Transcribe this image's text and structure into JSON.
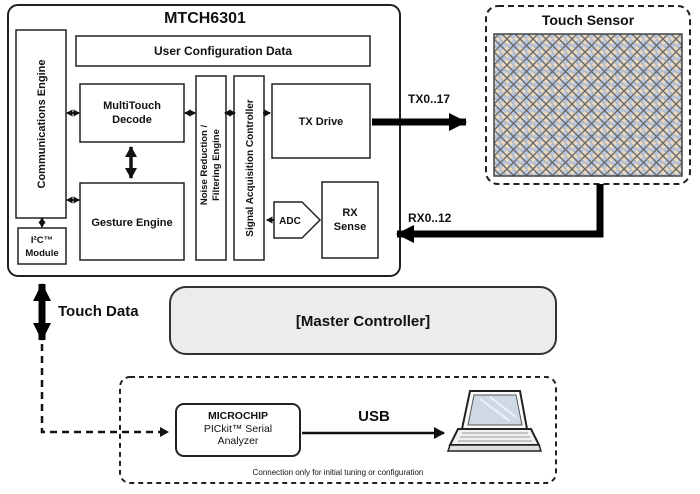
{
  "diagram": {
    "mtch6301": {
      "title": "MTCH6301",
      "user_config": "User Configuration Data",
      "comms_engine": "Communications Engine",
      "multitouch_decode": {
        "line1": "MultiTouch",
        "line2": "Decode"
      },
      "gesture_engine": "Gesture Engine",
      "noise_engine": {
        "line1": "Noise Reduction /",
        "line2": "Filtering Engine"
      },
      "signal_acq": "Signal Acquisition Controller",
      "tx_drive": "TX Drive",
      "adc": "ADC",
      "rx_sense": {
        "line1": "RX",
        "line2": "Sense"
      },
      "i2c_module": {
        "line1": "I²C™",
        "line2": "Module"
      }
    },
    "touch_sensor": {
      "title": "Touch Sensor"
    },
    "buses": {
      "tx": "TX0..17",
      "rx": "RX0..12"
    },
    "touch_data_label": "Touch Data",
    "master_controller": "[Master Controller]",
    "setup": {
      "pickit": {
        "line1": "MICROCHIP",
        "line2": "PICkit™ Serial",
        "line3": "Analyzer"
      },
      "usb_label": "USB",
      "note": "Connection only for initial tuning or configuration"
    },
    "colors": {
      "master_fill": "#ececec",
      "sensor_blue": "#b9c8e0",
      "sensor_tan": "#ead9c2"
    }
  }
}
